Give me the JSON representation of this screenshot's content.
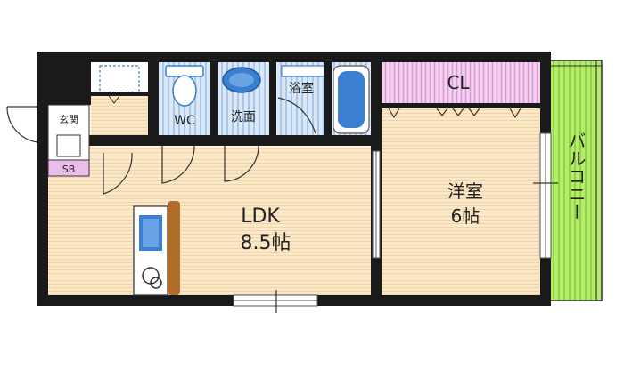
{
  "rooms": {
    "ldk": {
      "name": "LDK",
      "size": "8.5帖"
    },
    "western": {
      "name": "洋室",
      "size": "6帖"
    },
    "closet": {
      "name": "CL"
    },
    "balcony": {
      "name": "バルコニー"
    },
    "entrance": {
      "name": "玄関"
    },
    "shoebox": {
      "name": "SB"
    },
    "toilet": {
      "name": "WC"
    },
    "washroom": {
      "name": "洗面"
    },
    "bathroom": {
      "name": "浴室"
    }
  },
  "colors": {
    "wall": "#1a1a1a",
    "floor_wood": "#fbe8c8",
    "floor_grain": "#f0d3a6",
    "wet_area": "#cfe0f3",
    "wet_stripe": "#a9c7ea",
    "closet": "#ecbde8",
    "closet_stripe": "#d99ad6",
    "balcony": "#a7e55a",
    "balcony_stripe": "#86cf3c",
    "fixture_blue": "#3b7fd0",
    "counter": "#b06c2a"
  }
}
